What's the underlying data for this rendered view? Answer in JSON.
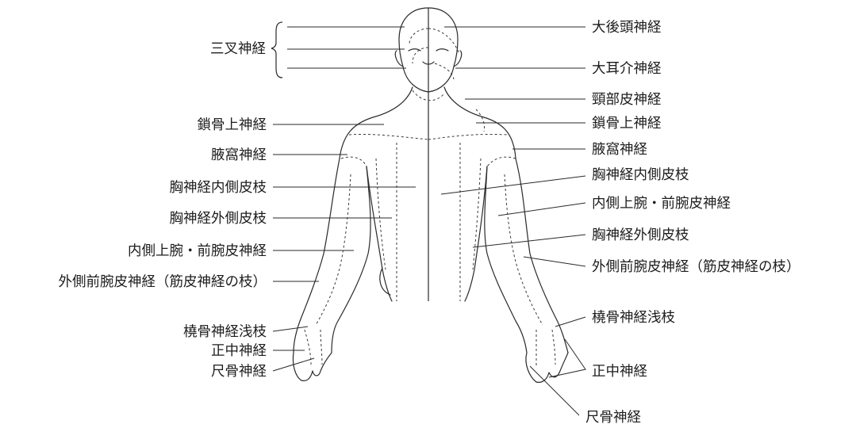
{
  "labels": {
    "left": {
      "trigeminal": "三叉神経",
      "supraclavicular": "鎖骨上神経",
      "axillary": "腋窩神経",
      "thoracic_medial_cutaneous": "胸神経内側皮枝",
      "thoracic_lateral_cutaneous": "胸神経外側皮枝",
      "medial_arm_forearm_cutaneous": "内側上腕・前腕皮神経",
      "lateral_forearm_cutaneous": "外側前腕皮神経（筋皮神経の枝）",
      "radial_superficial": "橈骨神経浅枝",
      "median": "正中神経",
      "ulnar": "尺骨神経"
    },
    "right": {
      "greater_occipital": "大後頭神経",
      "great_auricular": "大耳介神経",
      "transverse_cervical": "頸部皮神経",
      "supraclavicular": "鎖骨上神経",
      "axillary": "腋窩神経",
      "thoracic_medial_cutaneous": "胸神経内側皮枝",
      "medial_arm_forearm_cutaneous": "内側上腕・前腕皮神経",
      "thoracic_lateral_cutaneous": "胸神経外側皮枝",
      "lateral_forearm_cutaneous": "外側前腕皮神経（筋皮神経の枝）",
      "radial_superficial": "橈骨神経浅枝",
      "median": "正中神経",
      "ulnar": "尺骨神経"
    }
  }
}
